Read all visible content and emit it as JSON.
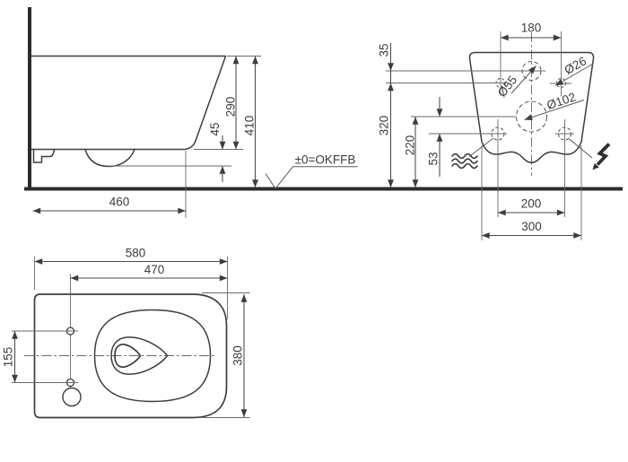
{
  "document": {
    "type": "technical installation drawing",
    "subject": "wall-hung toilet dimension drawing (side view, rear wall view, top view)",
    "unit": "mm",
    "background_color": "#ffffff",
    "line_color": "#3d3d3d"
  },
  "side_view": {
    "depth_from_wall": "460",
    "rim_underside_drop": "45",
    "body_height": "290",
    "top_height_above_floor": "410"
  },
  "rear_view": {
    "top_hole_spacing": "180",
    "inlet_offset_above_holes": "35",
    "fixing_hole_height": "320",
    "outlet_height": "220",
    "outlet_to_connection_offset": "53",
    "bottom_connection_spacing": "200",
    "bottom_width": "300",
    "inlet_diameter": "Ø55",
    "fixing_hole_diameter": "Ø26",
    "outlet_diameter": "Ø102",
    "water_supply_icon": "three-wavy-lines",
    "electrical_icon": "lightning-bolt-arrow"
  },
  "top_view": {
    "total_depth": "580",
    "bolt_line_to_front": "470",
    "bolt_spacing": "155",
    "total_width": "380"
  },
  "level": {
    "label": "±0=OKFFB"
  }
}
